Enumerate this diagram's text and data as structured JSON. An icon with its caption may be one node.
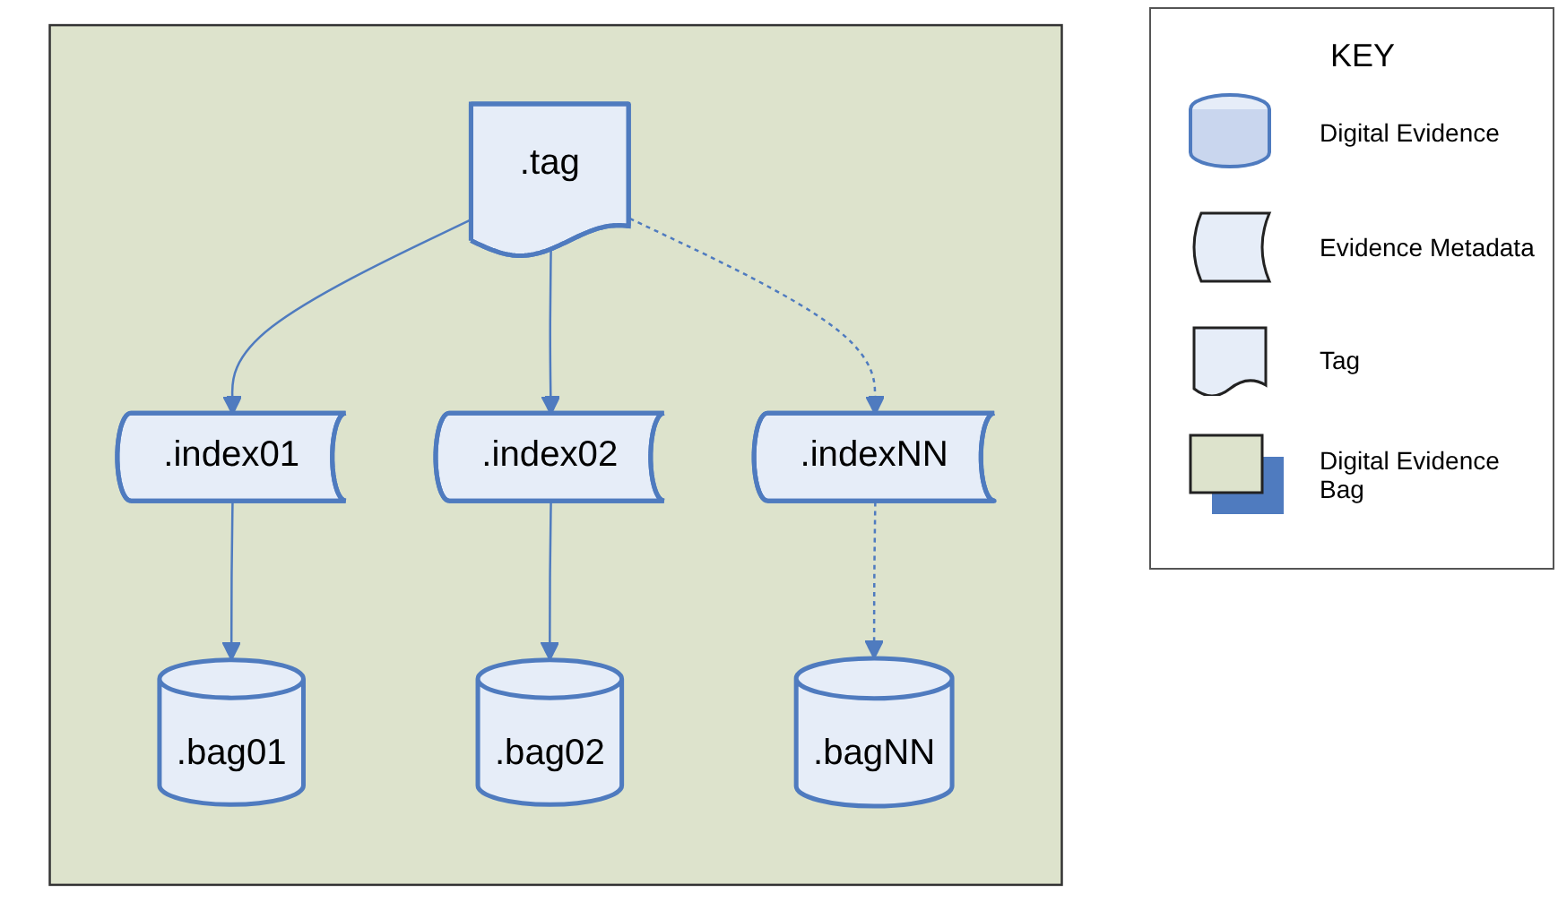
{
  "diagram": {
    "nodes": [
      {
        "text": [],
        "shape": "box"
      },
      {
        "text": [
          ".tag"
        ],
        "in": 0
      },
      {
        "text": [
          ".index01"
        ],
        "in": 0
      },
      {
        "text": [
          ".index02"
        ],
        "in": 0
      },
      {
        "text": [
          ".indexNN"
        ],
        "in": 0
      },
      {
        "text": [
          ".bag01"
        ],
        "in": 0
      },
      {
        "text": [
          ".bag02"
        ],
        "in": 0
      },
      {
        "text": [
          ".bagNN"
        ],
        "in": 0
      }
    ],
    "edges": [
      {
        "from": 1,
        "to": 2,
        "arrow": "to"
      },
      {
        "from": 1,
        "to": 3,
        "arrow": "to"
      },
      {
        "from": 1,
        "to": 4,
        "arrow": "to",
        "style": "dashed"
      },
      {
        "from": 2,
        "to": 5,
        "arrow": "to"
      },
      {
        "from": 3,
        "to": 6,
        "arrow": "to"
      },
      {
        "from": 4,
        "to": 7,
        "arrow": "to",
        "style": "dashed"
      }
    ],
    "labels": [
      "KEY"
    ],
    "legend": [
      {
        "text": "Digital Evidence"
      },
      {
        "text": "Evidence Metadata"
      },
      {
        "text": "Tag"
      },
      {
        "text": "Digital Evidence Bag"
      }
    ]
  }
}
